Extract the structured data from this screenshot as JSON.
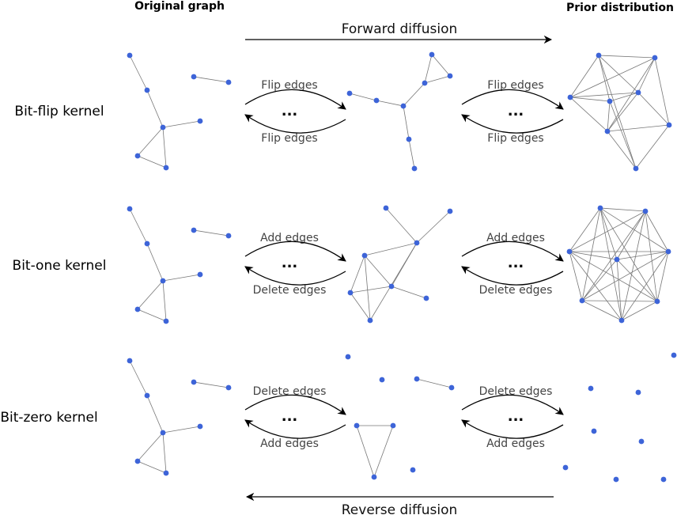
{
  "headers": {
    "original": "Original graph",
    "prior": "Prior distribution"
  },
  "forward_label": "Forward diffusion",
  "reverse_label": "Reverse diffusion",
  "ellipsis": "...",
  "rows": [
    {
      "label": "Bit-flip kernel",
      "top_op": "Flip edges",
      "bottom_op": "Flip edges"
    },
    {
      "label": "Bit-one kernel",
      "top_op": "Add edges",
      "bottom_op": "Delete edges"
    },
    {
      "label": "Bit-zero kernel",
      "top_op": "Delete edges",
      "bottom_op": "Add edges"
    }
  ],
  "colors": {
    "node": "#3d64d8",
    "edge": "#777777",
    "arrow": "#000000"
  }
}
